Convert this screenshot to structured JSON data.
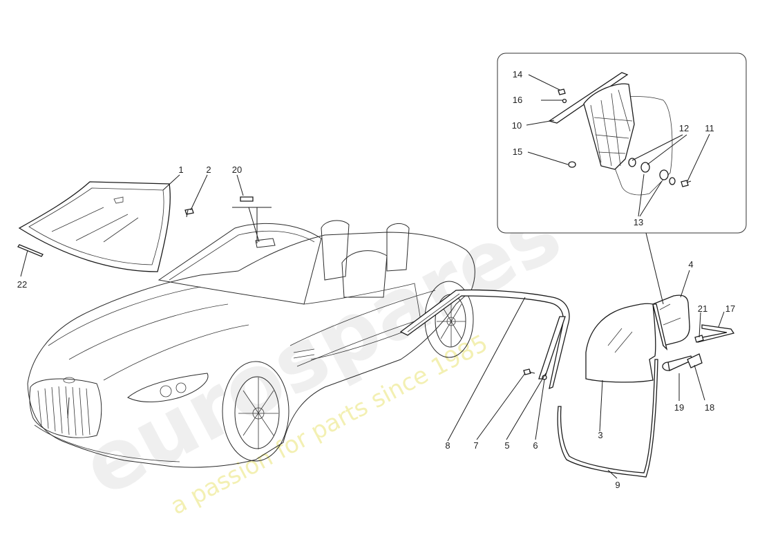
{
  "watermark": {
    "logo_text": "eurospares",
    "tagline": "a passion for parts since 1985"
  },
  "callouts": [
    {
      "id": "1",
      "text": "1"
    },
    {
      "id": "2",
      "text": "2"
    },
    {
      "id": "3",
      "text": "3"
    },
    {
      "id": "4",
      "text": "4"
    },
    {
      "id": "5",
      "text": "5"
    },
    {
      "id": "6",
      "text": "6"
    },
    {
      "id": "7",
      "text": "7"
    },
    {
      "id": "8",
      "text": "8"
    },
    {
      "id": "9",
      "text": "9"
    },
    {
      "id": "10",
      "text": "10"
    },
    {
      "id": "11",
      "text": "11"
    },
    {
      "id": "12",
      "text": "12"
    },
    {
      "id": "13",
      "text": "13"
    },
    {
      "id": "14",
      "text": "14"
    },
    {
      "id": "15",
      "text": "15"
    },
    {
      "id": "16",
      "text": "16"
    },
    {
      "id": "17",
      "text": "17"
    },
    {
      "id": "18",
      "text": "18"
    },
    {
      "id": "19",
      "text": "19"
    },
    {
      "id": "20",
      "text": "20"
    },
    {
      "id": "21",
      "text": "21"
    },
    {
      "id": "22",
      "text": "22"
    }
  ]
}
